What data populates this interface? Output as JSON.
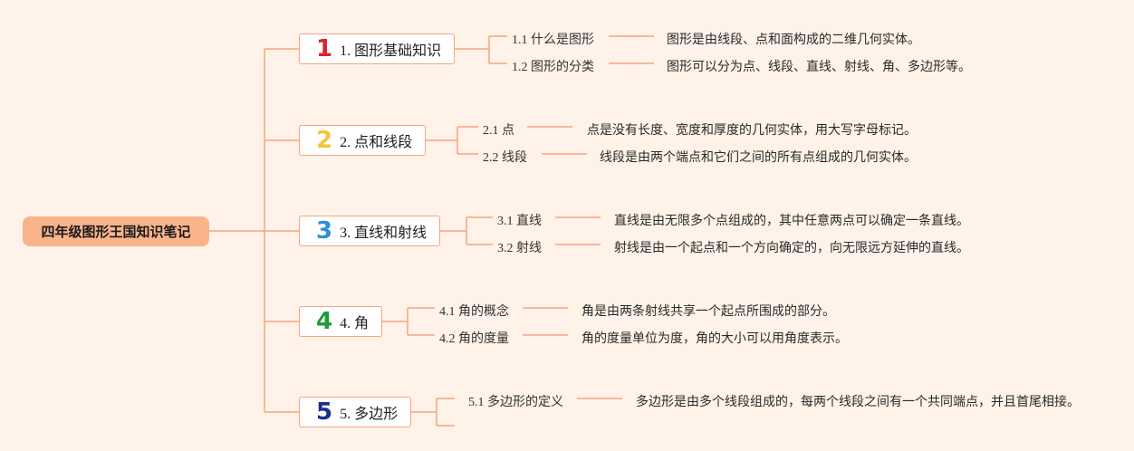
{
  "root": {
    "title": "四年级图形王国知识笔记"
  },
  "colors": {
    "line": "#f6a57f",
    "rootFill": "#f9b48c",
    "background": "#fff2e8"
  },
  "topics": [
    {
      "number": "1",
      "badge_color": "#d9232e",
      "label": "1. 图形基础知识",
      "subs": [
        {
          "label": "1.1 什么是图形",
          "desc": "图形是由线段、点和面构成的二维几何实体。"
        },
        {
          "label": "1.2 图形的分类",
          "desc": "图形可以分为点、线段、直线、射线、角、多边形等。"
        }
      ]
    },
    {
      "number": "2",
      "badge_color": "#f3c53a",
      "label": "2. 点和线段",
      "subs": [
        {
          "label": "2.1 点",
          "desc": "点是没有长度、宽度和厚度的几何实体，用大写字母标记。"
        },
        {
          "label": "2.2 线段",
          "desc": "线段是由两个端点和它们之间的所有点组成的几何实体。"
        }
      ]
    },
    {
      "number": "3",
      "badge_color": "#2b8fd8",
      "label": "3. 直线和射线",
      "subs": [
        {
          "label": "3.1 直线",
          "desc": "直线是由无限多个点组成的，其中任意两点可以确定一条直线。"
        },
        {
          "label": "3.2 射线",
          "desc": "射线是由一个起点和一个方向确定的，向无限远方延伸的直线。"
        }
      ]
    },
    {
      "number": "4",
      "badge_color": "#1e9b3a",
      "label": "4. 角",
      "subs": [
        {
          "label": "4.1 角的概念",
          "desc": "角是由两条射线共享一个起点所围成的部分。"
        },
        {
          "label": "4.2 角的度量",
          "desc": "角的度量单位为度，角的大小可以用角度表示。"
        }
      ]
    },
    {
      "number": "5",
      "badge_color": "#1f2f86",
      "label": "5. 多边形",
      "subs": [
        {
          "label": "5.1 多边形的定义",
          "desc": "多边形是由多个线段组成的，每两个线段之间有一个共同端点，并且首尾相接。"
        },
        {
          "label": "",
          "desc": ""
        }
      ]
    }
  ]
}
